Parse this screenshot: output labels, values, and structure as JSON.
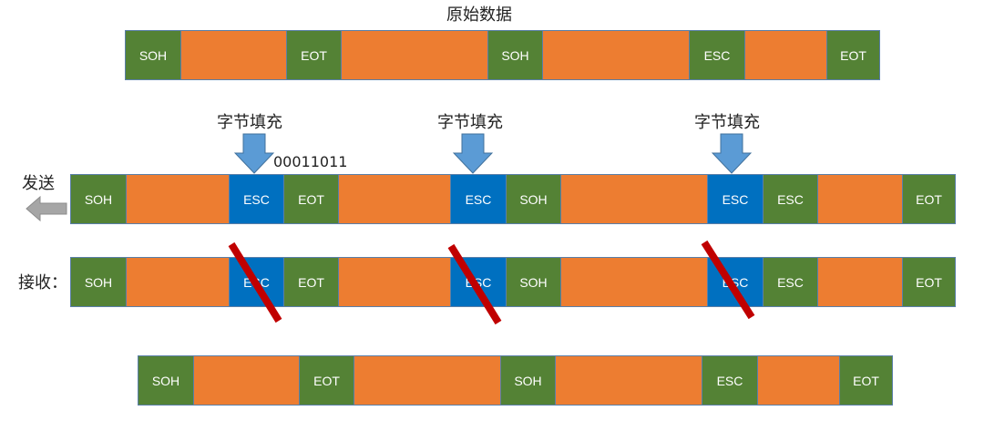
{
  "title": "原始数据",
  "stuffing_label": "字节填充",
  "esc_code": "00011011",
  "send_label": "发送",
  "receive_label": "接收：",
  "segments": {
    "soh": "SOH",
    "eot": "EOT",
    "esc": "ESC"
  },
  "colors": {
    "frame": "#548235",
    "data": "#ed7d31",
    "inserted_esc": "#0070c0",
    "strike": "#c00000",
    "arrow": "#5b9bd5",
    "send_arrow": "#a6a6a6"
  },
  "rows": {
    "original": [
      "soh",
      "data",
      "eot",
      "data",
      "soh",
      "data",
      "esc",
      "data",
      "eot"
    ],
    "send": [
      "soh",
      "data",
      "esc-blue",
      "eot",
      "data",
      "esc-blue",
      "soh",
      "data",
      "esc-blue",
      "esc",
      "data",
      "eot"
    ],
    "receive": [
      "soh",
      "data",
      "esc-blue-struck",
      "eot",
      "data",
      "esc-blue-struck",
      "soh",
      "data",
      "esc-blue-struck",
      "esc",
      "data",
      "eot"
    ],
    "result": [
      "soh",
      "data",
      "eot",
      "data",
      "soh",
      "data",
      "esc",
      "data",
      "eot"
    ]
  }
}
